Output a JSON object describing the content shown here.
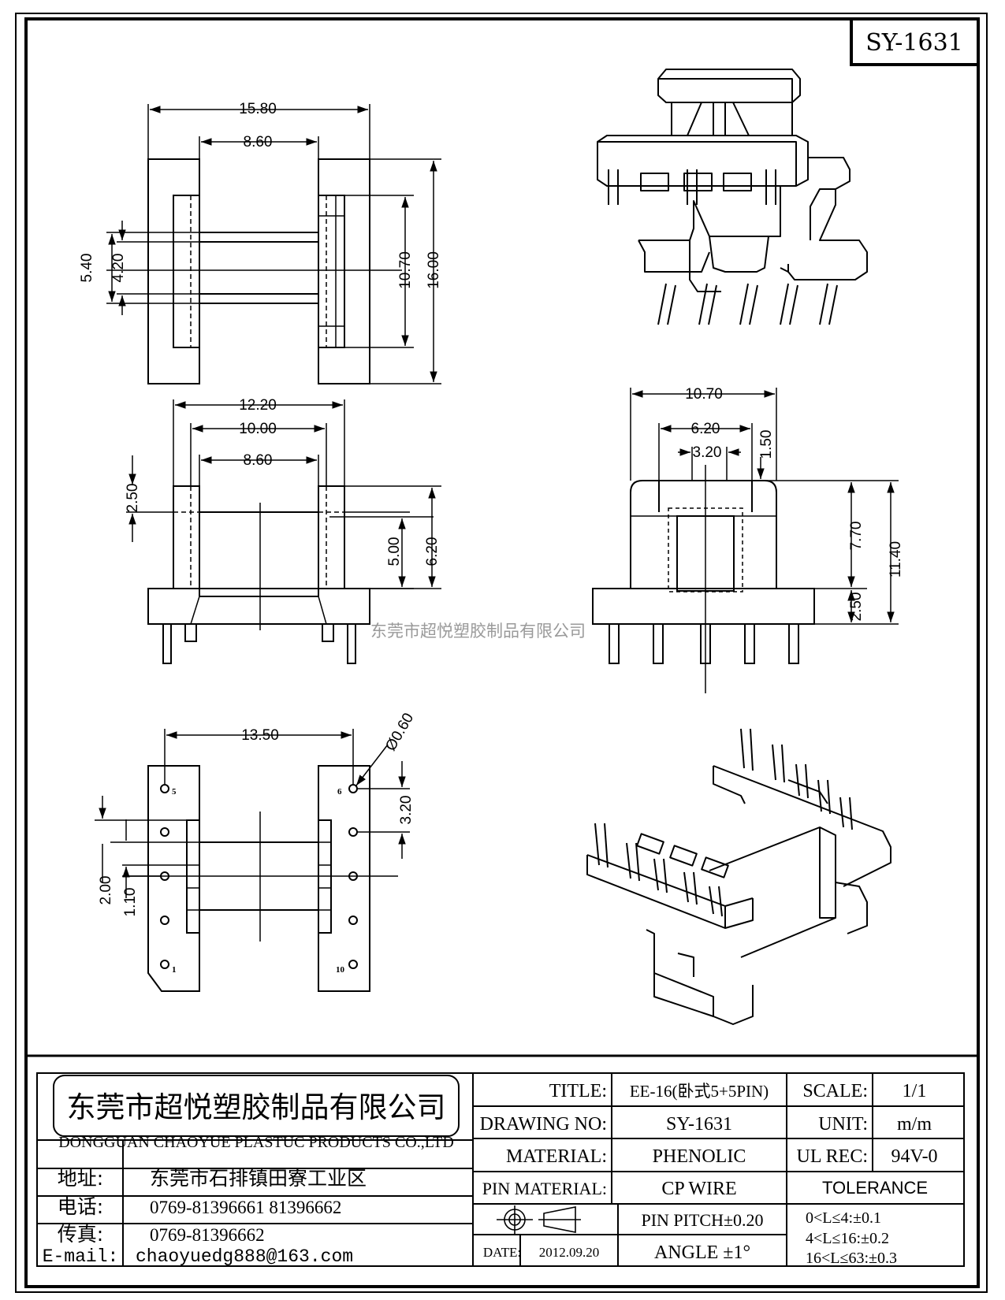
{
  "drawing_id": "SY-1631",
  "dims": {
    "top_width": "15.80",
    "top_inner": "8.60",
    "top_h1": "10.70",
    "top_h2": "16.00",
    "top_l1": "5.40",
    "top_l2": "4.20",
    "side_w1": "12.20",
    "side_w2": "10.00",
    "side_w3": "8.60",
    "side_h1": "2.50",
    "side_h2": "5.00",
    "side_h3": "6.20",
    "front_w": "10.70",
    "front_w2": "6.20",
    "front_w3": "3.20",
    "front_h0": "1.50",
    "front_h1": "7.70",
    "front_h2": "11.40",
    "front_h3": "2.50",
    "bottom_w": "13.50",
    "bottom_dia": "Ø0.60",
    "bottom_pitch": "3.20",
    "bottom_l1": "2.00",
    "bottom_l2": "1.10"
  },
  "pins": {
    "p5": "5",
    "p6": "6",
    "p1": "1",
    "p10": "10"
  },
  "watermark": "东莞市超悦塑胶制品有限公司",
  "company": {
    "name_cn": "东莞市超悦塑胶制品有限公司",
    "name_en": "DONGGUAN CHAOYUE PLASTUC PRODUCTS CO.,LTD"
  },
  "contact": {
    "addr_label": "地址:",
    "addr": "东莞市石排镇田寮工业区",
    "tel_label": "电话:",
    "tel": "0769-81396661   81396662",
    "fax_label": "传真:",
    "fax": "0769-81396662",
    "email_label": "E-mail:",
    "email": "chaoyuedg888@163.com"
  },
  "titleblock": {
    "title_label": "TITLE:",
    "title": "EE-16(卧式5+5PIN)",
    "scale_label": "SCALE:",
    "scale": "1/1",
    "drawing_no_label": "DRAWING NO:",
    "drawing_no": "SY-1631",
    "unit_label": "UNIT:",
    "unit": "m/m",
    "material_label": "MATERIAL:",
    "material": "PHENOLIC",
    "ul_label": "UL REC:",
    "ul": "94V-0",
    "pin_material_label": "PIN MATERIAL:",
    "pin_material": "CP WIRE",
    "tolerance_label": "TOLERANCE",
    "pin_pitch": "PIN PITCH±0.20",
    "tol1": "0<L≤4:±0.1",
    "tol2": "4<L≤16:±0.2",
    "tol3": "16<L≤63:±0.3",
    "date_label": "DATE:",
    "date": "2012.09.20",
    "angle": "ANGLE  ±1°"
  }
}
